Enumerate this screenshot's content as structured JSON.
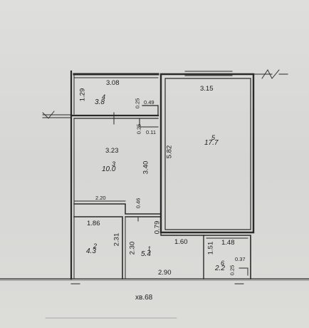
{
  "rooms": [
    {
      "id": "1",
      "area": "5.4"
    },
    {
      "id": "2",
      "area": "4.3"
    },
    {
      "id": "3",
      "area": "10.0"
    },
    {
      "id": "4",
      "area": "3.8"
    },
    {
      "id": "5",
      "area": "17.7"
    },
    {
      "id": "6",
      "area": "2.2"
    }
  ],
  "dimensions": {
    "balcony_width": "3.08",
    "balcony_depth": "1.29",
    "balcony_step_a": "0.25",
    "balcony_step_b": "0.49",
    "room5_width": "3.15",
    "room5_length": "5.82",
    "room3_width": "3.23",
    "room3_length": "3.40",
    "room3_niche_a": "0.25",
    "room3_niche_b": "0.11",
    "room3_bottom_width": "2.20",
    "room3_bottom_step": "0.46",
    "room2_width": "1.86",
    "room2_length": "2.31",
    "hall_length": "2.30",
    "hall_step": "0.79",
    "hall_bottom_width": "2.90",
    "room6_width_a": "1.60",
    "room6_width_b": "1.48",
    "room6_length": "1.51",
    "room6_niche_a": "0.37",
    "room6_niche_b": "0.25"
  },
  "footer": {
    "elevation": "хв.68"
  }
}
